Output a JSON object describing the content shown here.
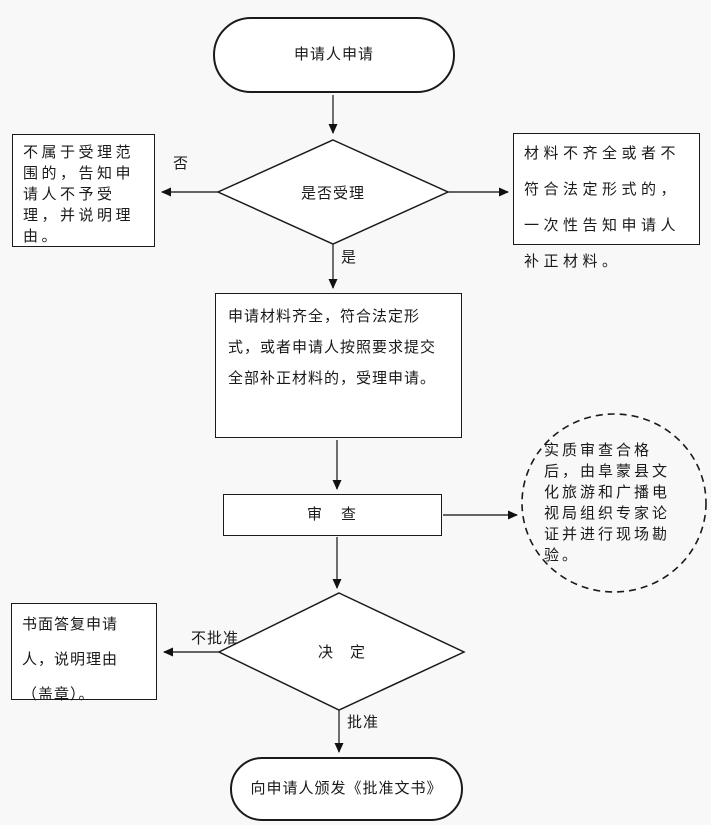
{
  "colors": {
    "background": "#f7f8f7",
    "shape_fill": "#ffffff",
    "line": "#1a1a1a"
  },
  "nodes": {
    "start": "申请人申请",
    "accept_check": "是否受理",
    "not_accepted": "不属于受理范围的，告知申请人不予受理，并说明理由。",
    "supplement": "材料不齐全或者不符合法定形式的，一次性告知申请人补正材料。",
    "accepted": "申请材料齐全，符合法定形式，或者申请人按照要求提交全部补正材料的，受理申请。",
    "review": "审　查",
    "expert": "实质审查合格后，由阜蒙县文化旅游和广播电视局组织专家论证并进行现场勘验。",
    "decision": "决　定",
    "written_reply": "书面答复申请人，说明理由（盖章）。",
    "end": "向申请人颁发《批准文书》"
  },
  "edge_labels": {
    "no": "否",
    "yes": "是",
    "not_approved": "不批准",
    "approved": "批准"
  }
}
